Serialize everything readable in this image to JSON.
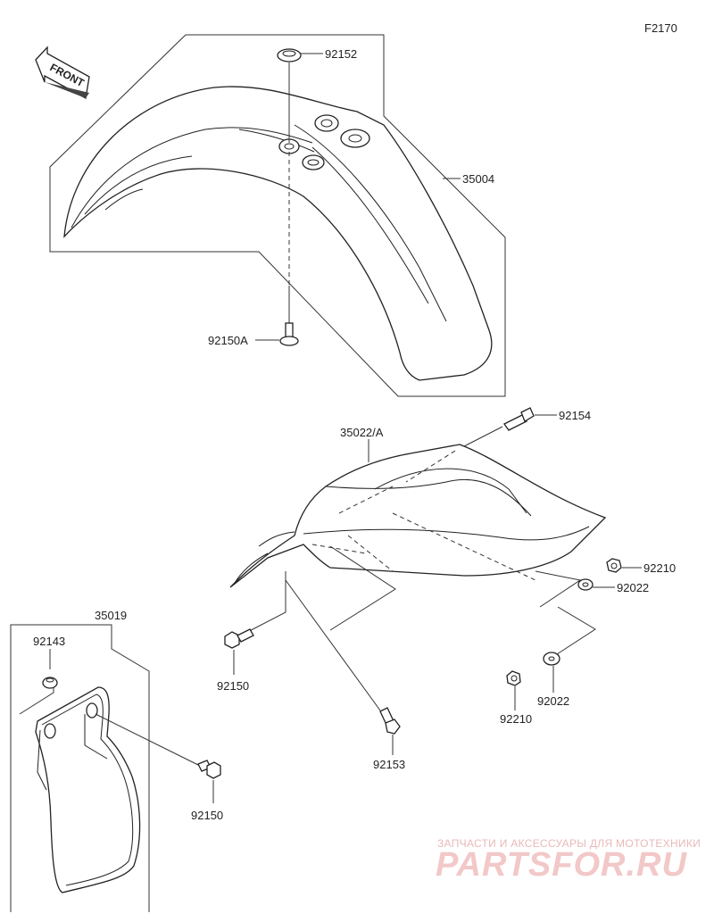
{
  "figure_code": "F2170",
  "front_arrow_text": "FRONT",
  "callouts": {
    "p92152": "92152",
    "p35004": "35004",
    "p92150A": "92150A",
    "p92154": "92154",
    "p35022A": "35022/A",
    "p92210_top": "92210",
    "p92022_top": "92022",
    "p35019": "35019",
    "p92143": "92143",
    "p92150_mid": "92150",
    "p92022_bottom": "92022",
    "p92210_bottom": "92210",
    "p92153": "92153",
    "p92150_bottom": "92150"
  },
  "watermark": {
    "tagline": "ЗАПЧАСТИ И АКСЕССУАРЫ ДЛЯ МОТОТЕХНИКИ",
    "logo": "PARTSFOR.RU"
  }
}
